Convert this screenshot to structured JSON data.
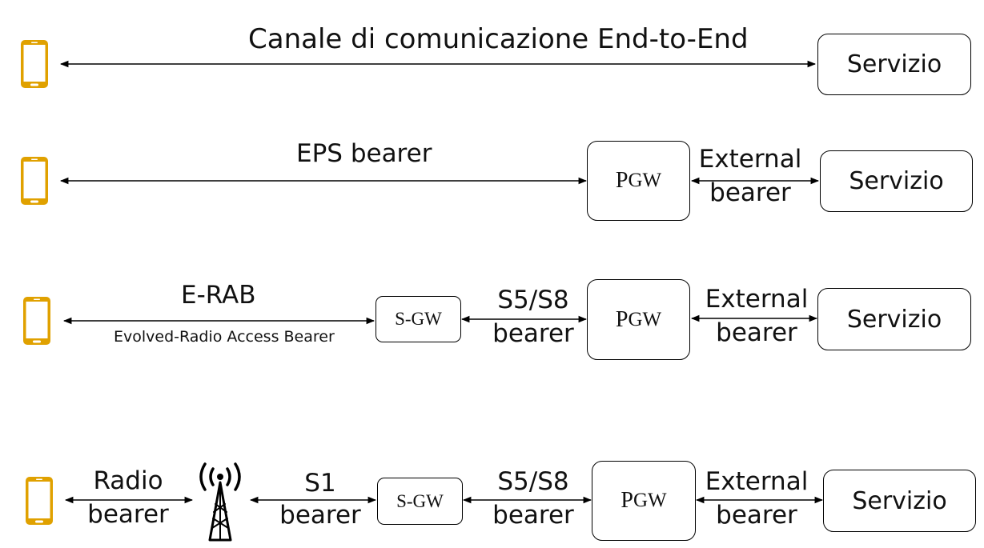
{
  "rows": [
    {
      "channel_label": "Canale di comunicazione End-to-End",
      "service_label": "Servizio"
    },
    {
      "bearer_label": "EPS bearer",
      "pgw_label": {
        "big": "P",
        "small": "GW"
      },
      "external_label": [
        "External",
        "bearer"
      ],
      "service_label": "Servizio"
    },
    {
      "erab_label": "E-RAB",
      "erab_sublabel": "Evolved-Radio Access Bearer",
      "sgw_label": "S-GW",
      "s5s8_label": [
        "S5/S8",
        "bearer"
      ],
      "pgw_label": {
        "big": "P",
        "small": "GW"
      },
      "external_label": [
        "External",
        "bearer"
      ],
      "service_label": "Servizio"
    },
    {
      "radio_label": [
        "Radio",
        "bearer"
      ],
      "s1_label": [
        "S1",
        "bearer"
      ],
      "sgw_label": "S-GW",
      "s5s8_label": [
        "S5/S8",
        "bearer"
      ],
      "pgw_label": {
        "big": "P",
        "small": "GW"
      },
      "external_label": [
        "External",
        "bearer"
      ],
      "service_label": "Servizio"
    }
  ],
  "colors": {
    "phone": "#E0A100",
    "line": "#000000"
  },
  "icons": {
    "device": "smartphone-icon",
    "antenna": "cell-tower-icon"
  }
}
